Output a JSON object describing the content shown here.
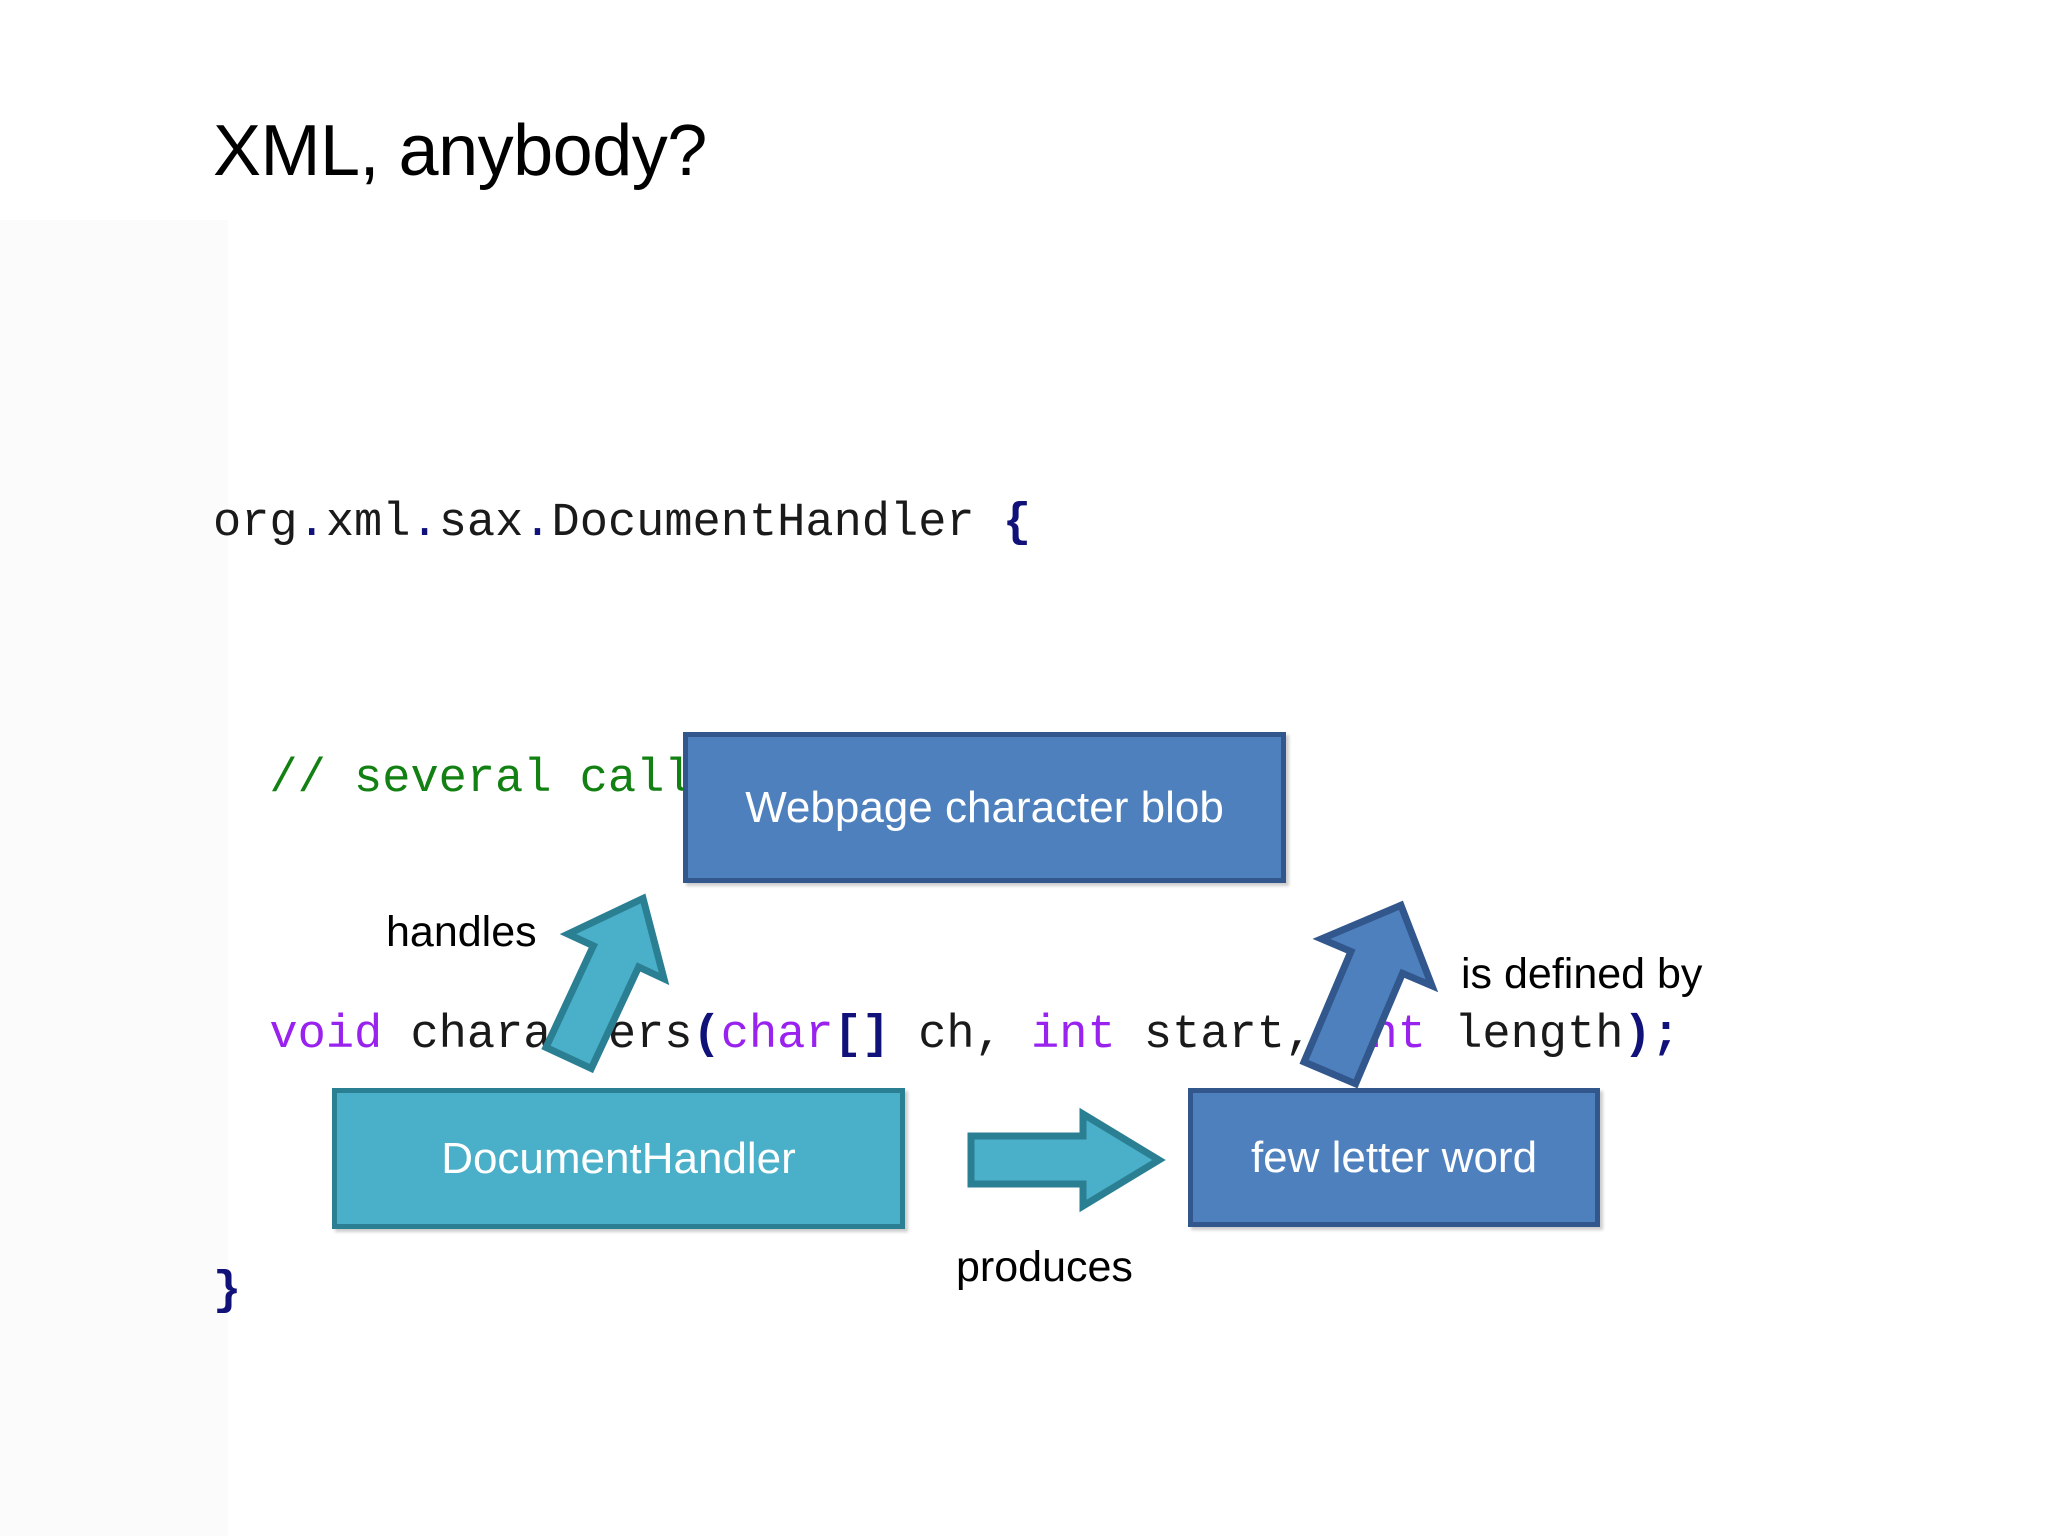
{
  "slide": {
    "title": "XML, anybody?",
    "background_color": "#ffffff"
  },
  "code": {
    "language": "java",
    "colors": {
      "plain": "#1a1a1a",
      "comment": "#128012",
      "keyword": "#9922ee",
      "punct": "#11117a"
    },
    "line1": {
      "package": "org",
      "dot1": ".",
      "sub1": "xml",
      "dot2": ".",
      "sub2": "sax",
      "dot3": ".",
      "type": "DocumentHandler",
      "space": " ",
      "open_brace": "{"
    },
    "line2": {
      "indent": "  ",
      "comment": "// several callback methods"
    },
    "line3": {
      "indent": "  ",
      "kw_void": "void",
      "sp1": " ",
      "method": "characters",
      "lparen": "(",
      "kw_char": "char",
      "brackets": "[]",
      "sp2": " ",
      "param1": "ch,",
      "sp3": " ",
      "kw_int1": "int",
      "sp4": " ",
      "param2": "start,",
      "sp5": " ",
      "kw_int2": "int",
      "sp6": " ",
      "param3": "length",
      "rparen_semi": ");"
    },
    "line4": {
      "close_brace": "}"
    }
  },
  "diagram": {
    "type": "cycle",
    "nodes": [
      {
        "id": "webpage",
        "label": "Webpage character blob",
        "fill": "#4d80bd",
        "stroke": "#31578c",
        "text_color": "#ffffff"
      },
      {
        "id": "handler",
        "label": "DocumentHandler",
        "fill": "#4aafc8",
        "stroke": "#2b7f93",
        "text_color": "#ffffff"
      },
      {
        "id": "word",
        "label": "few letter word",
        "fill": "#4d80bd",
        "stroke": "#31578c",
        "text_color": "#ffffff"
      }
    ],
    "edges": [
      {
        "id": "handles",
        "label": "handles",
        "from": "webpage",
        "to": "handler",
        "direction": "down-left",
        "fill": "#4aafc8",
        "stroke": "#2b7f93"
      },
      {
        "id": "produces",
        "label": "produces",
        "from": "handler",
        "to": "word",
        "direction": "right",
        "fill": "#4aafc8",
        "stroke": "#2b7f93"
      },
      {
        "id": "is-defined-by",
        "label": "is defined by",
        "from": "word",
        "to": "webpage",
        "direction": "up-left",
        "fill": "#4d80bd",
        "stroke": "#31578c"
      }
    ]
  }
}
